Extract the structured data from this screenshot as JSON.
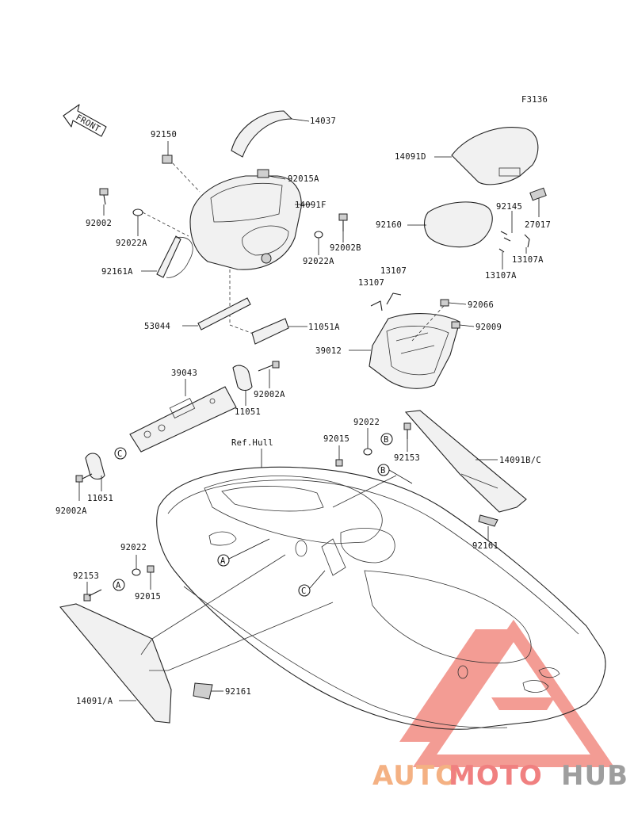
{
  "figure_code": "F3136",
  "front_label": "FRONT",
  "ref_label": "Ref.Hull",
  "labels": {
    "l14037": "14037",
    "l92150": "92150",
    "l92015A": "92015A",
    "l14091F": "14091F",
    "l92002": "92002",
    "l92022A_left": "92022A",
    "l92002B": "92002B",
    "l92022A_right": "92022A",
    "l92161A": "92161A",
    "l14091D": "14091D",
    "l92160": "92160",
    "l92145": "92145",
    "l27017": "27017",
    "l13107A_1": "13107A",
    "l13107A_2": "13107A",
    "l13107_1": "13107",
    "l13107_2": "13107",
    "l92066": "92066",
    "l92009": "92009",
    "l39012": "39012",
    "l53044": "53044",
    "l11051A": "11051A",
    "l39043": "39043",
    "l92002A_top": "92002A",
    "l11051_top": "11051",
    "l92022_mid": "92022",
    "l92015_mid": "92015",
    "l92153_mid": "92153",
    "l14091BC": "14091B/C",
    "l11051_left": "11051",
    "l92002A_left": "92002A",
    "l92161_right": "92161",
    "l92022_low": "92022",
    "l92153_low": "92153",
    "l92015_low": "92015",
    "l14091A": "14091/A",
    "l92161_low": "92161"
  },
  "callouts": {
    "A": "A",
    "B": "B",
    "C": "C"
  },
  "watermark": {
    "part1": "AUTO",
    "part2": "MOTO",
    "part3": "HUB",
    "color1": "#f4b183",
    "color2": "#f08080",
    "color3": "#9e9e9e",
    "triangle_color": "#f28b82"
  }
}
